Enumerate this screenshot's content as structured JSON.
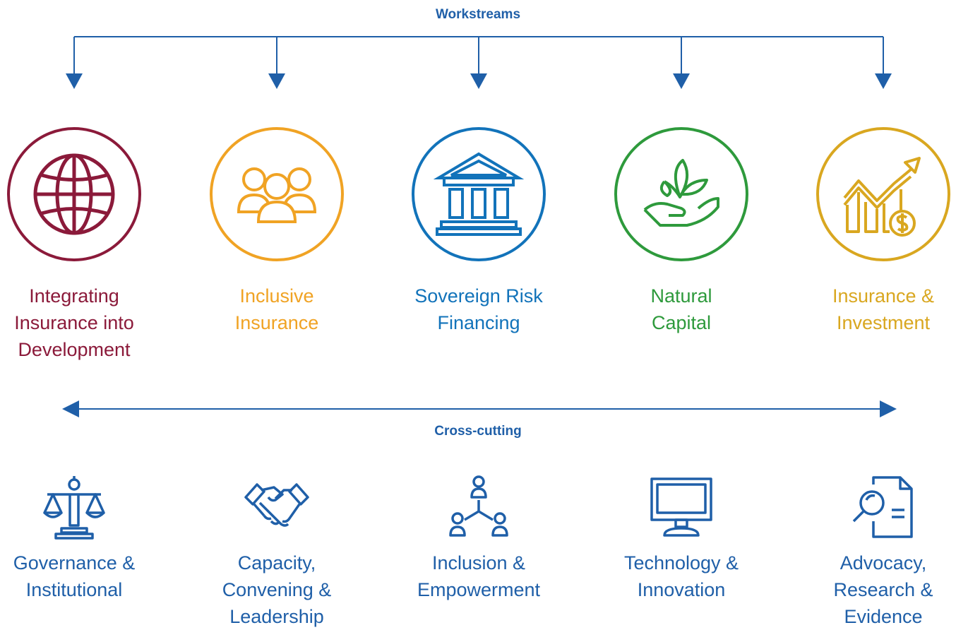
{
  "headings": {
    "workstreams": "Workstreams",
    "cross_cutting": "Cross-cutting"
  },
  "colors": {
    "connector": "#1f5fa8"
  },
  "workstreams": [
    {
      "label": "Integrating\nInsurance into\nDevelopment",
      "color": "#8b1a3a",
      "icon": "globe-icon"
    },
    {
      "label": "Inclusive\nInsurance",
      "color": "#f0a324",
      "icon": "people-group-icon"
    },
    {
      "label": "Sovereign Risk\nFinancing",
      "color": "#1273ba",
      "icon": "government-building-icon"
    },
    {
      "label": "Natural\nCapital",
      "color": "#2e9a3c",
      "icon": "hand-plant-icon"
    },
    {
      "label": "Insurance &\nInvestment",
      "color": "#d9a720",
      "icon": "growth-chart-dollar-icon"
    }
  ],
  "cross_cutting": [
    {
      "label": "Governance &\nInstitutional",
      "icon": "scales-icon"
    },
    {
      "label": "Capacity,\nConvening &\nLeadership",
      "icon": "handshake-icon"
    },
    {
      "label": "Inclusion &\nEmpowerment",
      "icon": "network-people-icon"
    },
    {
      "label": "Technology &\nInnovation",
      "icon": "monitor-icon"
    },
    {
      "label": "Advocacy,\nResearch &\nEvidence",
      "icon": "document-search-icon"
    }
  ]
}
